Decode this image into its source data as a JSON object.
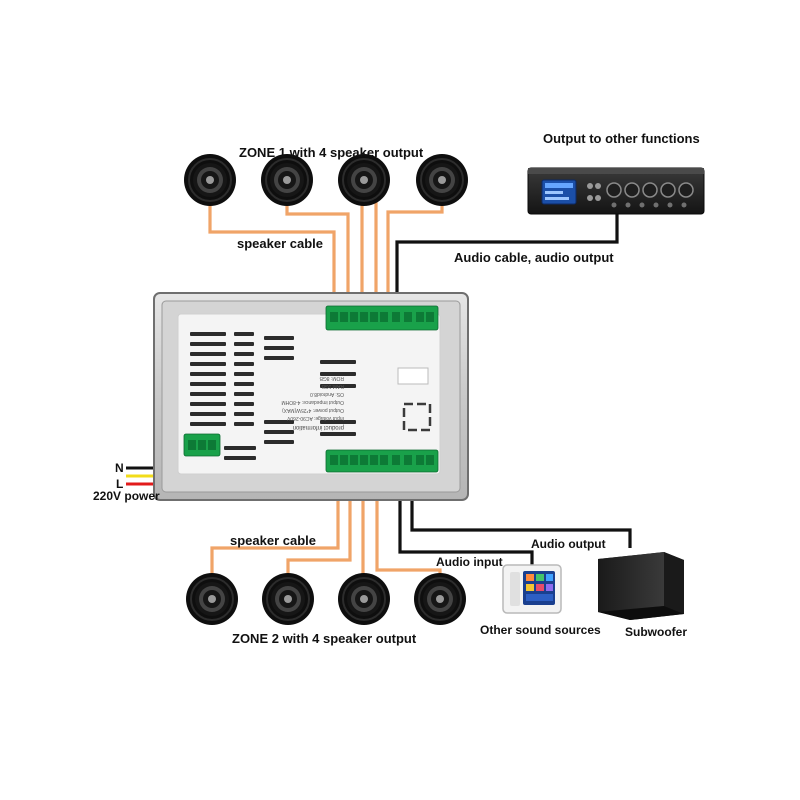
{
  "labels": {
    "zone1": "ZONE 1 with 4 speaker output",
    "zone2": "ZONE 2 with 4 speaker output",
    "output_other": "Output to other functions",
    "audio_cable": "Audio cable, audio output",
    "speaker_cable_top": "speaker cable",
    "speaker_cable_bottom": "speaker cable",
    "n": "N",
    "l": "L",
    "power": "220V power",
    "audio_input": "Audio input",
    "audio_output": "Audio output",
    "other_sources": "Other sound sources",
    "subwoofer": "Subwoofer"
  },
  "board_text": {
    "line1": "product information",
    "line2": "Input voltage: AC90-260V",
    "line3": "Output power: 4*25W(MAX)",
    "line4": "Output impedance: 4-8OHM",
    "line5": "OS: Android8.0",
    "line6": "RAM:1GB",
    "line7": "ROM: 8GB"
  },
  "colors": {
    "speaker_cable": "#f0a468",
    "audio_cable": "#111111",
    "neutral_wire": "#111111",
    "live_wire_yellow": "#f2dc1a",
    "live_wire_red": "#e21b1b",
    "terminal_green": "#19a14a"
  },
  "icons": {
    "ceiling_speaker": "ceiling-speaker-icon",
    "amplifier": "amplifier-icon",
    "wall_panel": "wall-panel-icon",
    "subwoofer": "subwoofer-icon"
  }
}
